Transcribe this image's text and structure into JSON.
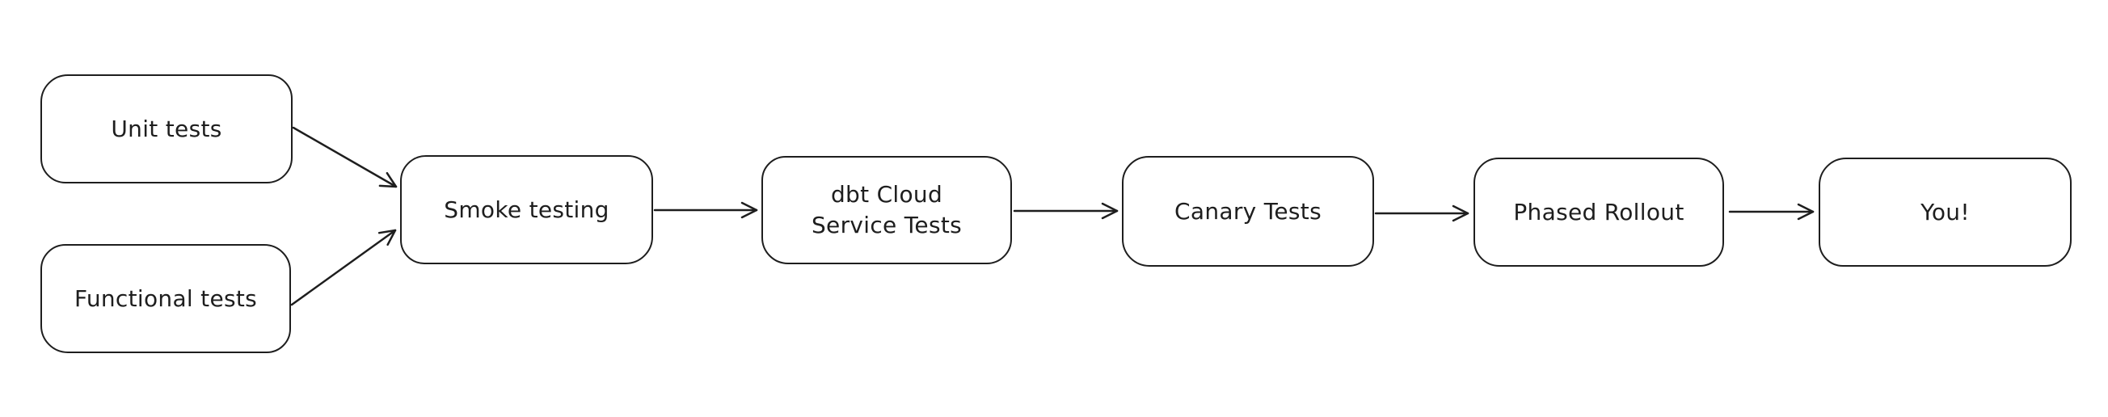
{
  "diagram": {
    "type": "flowchart",
    "style": "hand-drawn-whiteboard",
    "colors": {
      "stroke": "#1e1e1e",
      "node_fill": "#ffffff",
      "background": "#ffffff"
    },
    "nodes": [
      {
        "id": "unit-tests",
        "label": "Unit tests"
      },
      {
        "id": "functional-tests",
        "label": "Functional tests"
      },
      {
        "id": "smoke-testing",
        "label": "Smoke testing"
      },
      {
        "id": "dbt-cloud-service-tests",
        "label": "dbt Cloud\nService Tests"
      },
      {
        "id": "canary-tests",
        "label": "Canary Tests"
      },
      {
        "id": "phased-rollout",
        "label": "Phased Rollout"
      },
      {
        "id": "you",
        "label": "You!"
      }
    ],
    "edges": [
      {
        "from": "unit-tests",
        "to": "smoke-testing"
      },
      {
        "from": "functional-tests",
        "to": "smoke-testing"
      },
      {
        "from": "smoke-testing",
        "to": "dbt-cloud-service-tests"
      },
      {
        "from": "dbt-cloud-service-tests",
        "to": "canary-tests"
      },
      {
        "from": "canary-tests",
        "to": "phased-rollout"
      },
      {
        "from": "phased-rollout",
        "to": "you"
      }
    ]
  }
}
